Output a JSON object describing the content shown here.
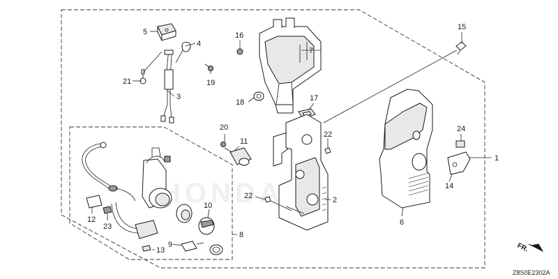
{
  "callouts": [
    {
      "id": "c1",
      "text": "1"
    },
    {
      "id": "c2",
      "text": "2"
    },
    {
      "id": "c3",
      "text": "3"
    },
    {
      "id": "c4",
      "text": "4"
    },
    {
      "id": "c5",
      "text": "5"
    },
    {
      "id": "c6",
      "text": "6"
    },
    {
      "id": "c7",
      "text": "7"
    },
    {
      "id": "c8",
      "text": "8"
    },
    {
      "id": "c9",
      "text": "9"
    },
    {
      "id": "c10",
      "text": "10"
    },
    {
      "id": "c11",
      "text": "11"
    },
    {
      "id": "c12",
      "text": "12"
    },
    {
      "id": "c13",
      "text": "13"
    },
    {
      "id": "c14",
      "text": "14"
    },
    {
      "id": "c15",
      "text": "15"
    },
    {
      "id": "c16",
      "text": "16"
    },
    {
      "id": "c17",
      "text": "17"
    },
    {
      "id": "c18",
      "text": "18"
    },
    {
      "id": "c19",
      "text": "19"
    },
    {
      "id": "c20",
      "text": "20"
    },
    {
      "id": "c21",
      "text": "21"
    },
    {
      "id": "c22a",
      "text": "22"
    },
    {
      "id": "c22b",
      "text": "22"
    },
    {
      "id": "c23",
      "text": "23"
    },
    {
      "id": "c24",
      "text": "24"
    }
  ],
  "direction_label": "FR.",
  "diagram_code": "Z8S0E2302A",
  "watermark_text": "HONDA"
}
